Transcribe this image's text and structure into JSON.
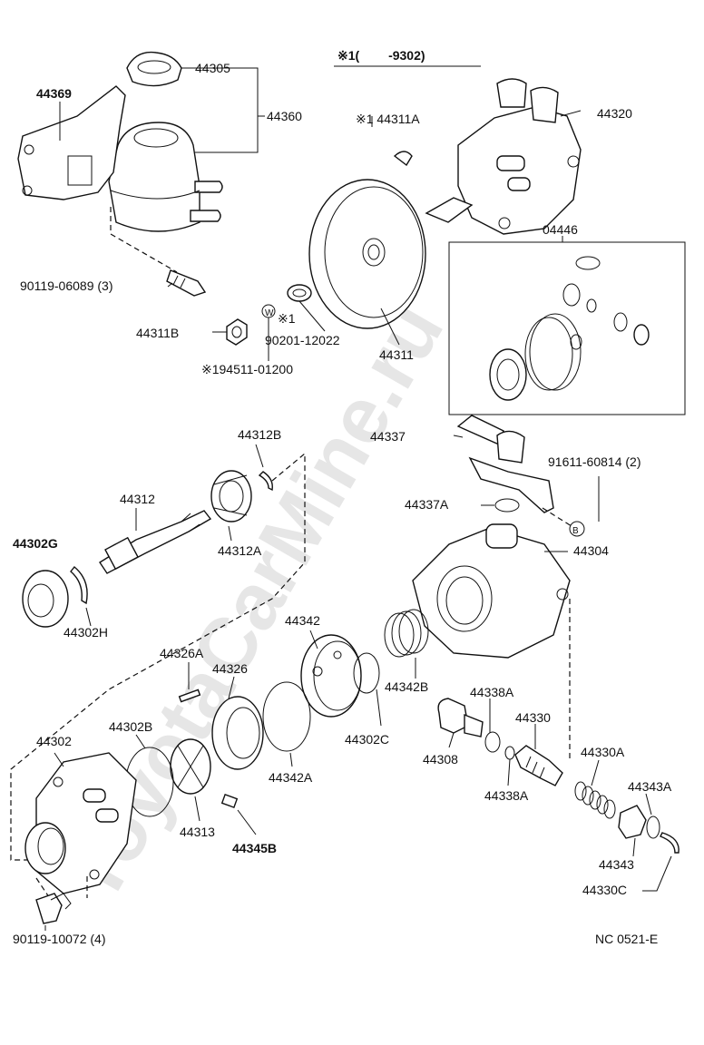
{
  "header": {
    "applicability": "※1(　　 -9302)"
  },
  "labels": {
    "p44305": "44305",
    "p44360": "44360",
    "p44369": "44369",
    "p44311a": "※1 44311A",
    "p44320": "44320",
    "p04446": "04446",
    "p90119_06089": "90119-06089 (3)",
    "p44311b": "44311B",
    "p90201": "90201-12022",
    "pstar1": "※1",
    "pw": "W",
    "p44311": "44311",
    "p194511": "※194511-01200",
    "p44312b": "44312B",
    "p44337": "44337",
    "p91611": "91611-60814 (2)",
    "p44312": "44312",
    "p44337a": "44337A",
    "pB": "B",
    "p44304": "44304",
    "p44302g": "44302G",
    "p44312a": "44312A",
    "p44302h": "44302H",
    "p44342": "44342",
    "p44326a": "44326A",
    "p44326": "44326",
    "p44342b": "44342B",
    "p44338a_top": "44338A",
    "p44302": "44302",
    "p44302b": "44302B",
    "p44330": "44330",
    "p44302c": "44302C",
    "p44308": "44308",
    "p44330a": "44330A",
    "p44342a": "44342A",
    "p44343a": "44343A",
    "p44338a_bot": "44338A",
    "p44313": "44313",
    "p44345b": "44345B",
    "p44343": "44343",
    "p44330c": "44330C",
    "p90119_10072": "90119-10072 (4)",
    "ref": "NC 0521-E"
  },
  "watermark": "ToyotaCarMine.ru"
}
